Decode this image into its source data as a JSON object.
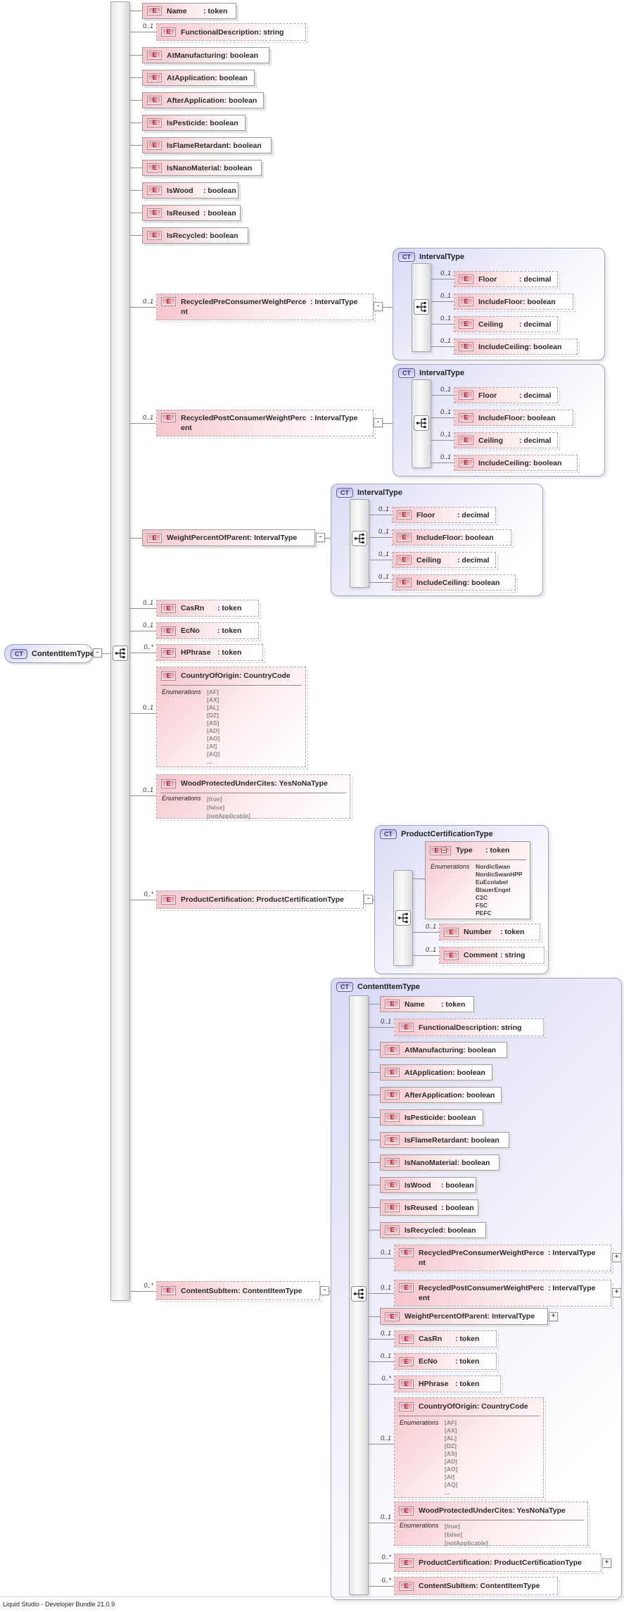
{
  "status_bar": "Liquid Studio - Developer Bundle 21.0.9",
  "symbols": {
    "collapse": "-",
    "expand": "+"
  },
  "badges": {
    "complex_type": "CT",
    "element": "E"
  },
  "root": {
    "name": "ContentItemType"
  },
  "fields": {
    "name": {
      "name": "Name",
      "type": ": token"
    },
    "functional_description": {
      "mult": "0..1",
      "name": "FunctionalDescription",
      "type": ": string"
    },
    "at_manufacturing": {
      "name": "AtManufacturing",
      "type": ": boolean"
    },
    "at_application": {
      "name": "AtApplication",
      "type": ": boolean"
    },
    "after_application": {
      "name": "AfterApplication",
      "type": ": boolean"
    },
    "is_pesticide": {
      "name": "IsPesticide",
      "type": ": boolean"
    },
    "is_flame_retardant": {
      "name": "IsFlameRetardant",
      "type": ": boolean"
    },
    "is_nano_material": {
      "name": "IsNanoMaterial",
      "type": ": boolean"
    },
    "is_wood": {
      "name": "IsWood",
      "type": ": boolean"
    },
    "is_reused": {
      "name": "IsReused",
      "type": ": boolean"
    },
    "is_recycled": {
      "name": "IsRecycled",
      "type": ": boolean"
    },
    "recycled_pre_consumer_weight_percent": {
      "mult": "0..1",
      "name": "RecycledPreConsumerWeightPercent",
      "type": ": IntervalType"
    },
    "recycled_post_consumer_weight_percent": {
      "mult": "0..1",
      "name": "RecycledPostConsumerWeightPercent",
      "type": ": IntervalType"
    },
    "weight_percent_of_parent": {
      "name": "WeightPercentOfParent",
      "type": ": IntervalType"
    },
    "cas_rn": {
      "mult": "0..1",
      "name": "CasRn",
      "type": ": token"
    },
    "ec_no": {
      "mult": "0..1",
      "name": "EcNo",
      "type": ": token"
    },
    "h_phrase": {
      "mult": "0..*",
      "name": "HPhrase",
      "type": ": token"
    },
    "country_of_origin": {
      "mult": "0..1",
      "name": "CountryOfOrigin",
      "type": ": CountryCode",
      "enum_label": "Enumerations",
      "enums": [
        "[AF]",
        "[AX]",
        "[AL]",
        "[DZ]",
        "[AS]",
        "[AD]",
        "[AO]",
        "[AI]",
        "[AQ]",
        "..."
      ]
    },
    "wood_protected_under_cites": {
      "mult": "0..1",
      "name": "WoodProtectedUnderCites",
      "type": ": YesNoNaType",
      "enum_label": "Enumerations",
      "enums": [
        "[true]",
        "[false]",
        "[notApplicable]"
      ]
    },
    "product_certification": {
      "mult": "0..*",
      "name": "ProductCertification",
      "type": ": ProductCertificationType"
    },
    "content_sub_item": {
      "mult": "0..*",
      "name": "ContentSubItem",
      "type": ": ContentItemType"
    }
  },
  "interval_type": {
    "name": "IntervalType",
    "rows": [
      {
        "mult": "0..1",
        "name": "Floor",
        "type": ": decimal"
      },
      {
        "mult": "0..1",
        "name": "IncludeFloor",
        "type": ": boolean"
      },
      {
        "mult": "0..1",
        "name": "Ceiling",
        "type": ": decimal"
      },
      {
        "mult": "0..1",
        "name": "IncludeCeiling",
        "type": ": boolean"
      }
    ]
  },
  "product_certification_type": {
    "name": "ProductCertificationType",
    "type_field": {
      "name": "Type",
      "type": ": token",
      "enum_label": "Enumerations",
      "enums": [
        "NordicSwan",
        "NordicSwanHPP",
        "EuEcolabel",
        "BlauerEngel",
        "C2C",
        "FSC",
        "PEFC"
      ]
    },
    "number_field": {
      "mult": "0..1",
      "name": "Number",
      "type": ": token"
    },
    "comment_field": {
      "mult": "0..1",
      "name": "Comment",
      "type": ": string"
    }
  },
  "content_item_type": {
    "name": "ContentItemType"
  }
}
